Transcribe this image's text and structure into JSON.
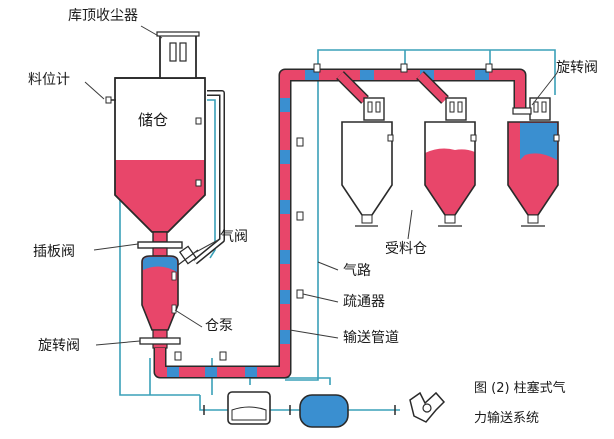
{
  "labels": {
    "dust_collector": "库顶收尘器",
    "level_meter": "料位计",
    "storage_bin": "储仓",
    "gate_valve": "插板阀",
    "air_valve": "气阀",
    "rotary_valve_left": "旋转阀",
    "rotary_valve_right": "旋转阀",
    "pump_bin": "仓泵",
    "air_path": "气路",
    "dredger": "疏通器",
    "conveying_pipe": "输送管道",
    "receiving_bin": "受料仓"
  },
  "caption": {
    "line1": "图 (2) 柱塞式气",
    "line2": "力输送系统"
  },
  "colors": {
    "material": "#e8466a",
    "air": "#3a8fd0",
    "outline": "#2a2a2a",
    "air_line": "#3aa0b8"
  }
}
